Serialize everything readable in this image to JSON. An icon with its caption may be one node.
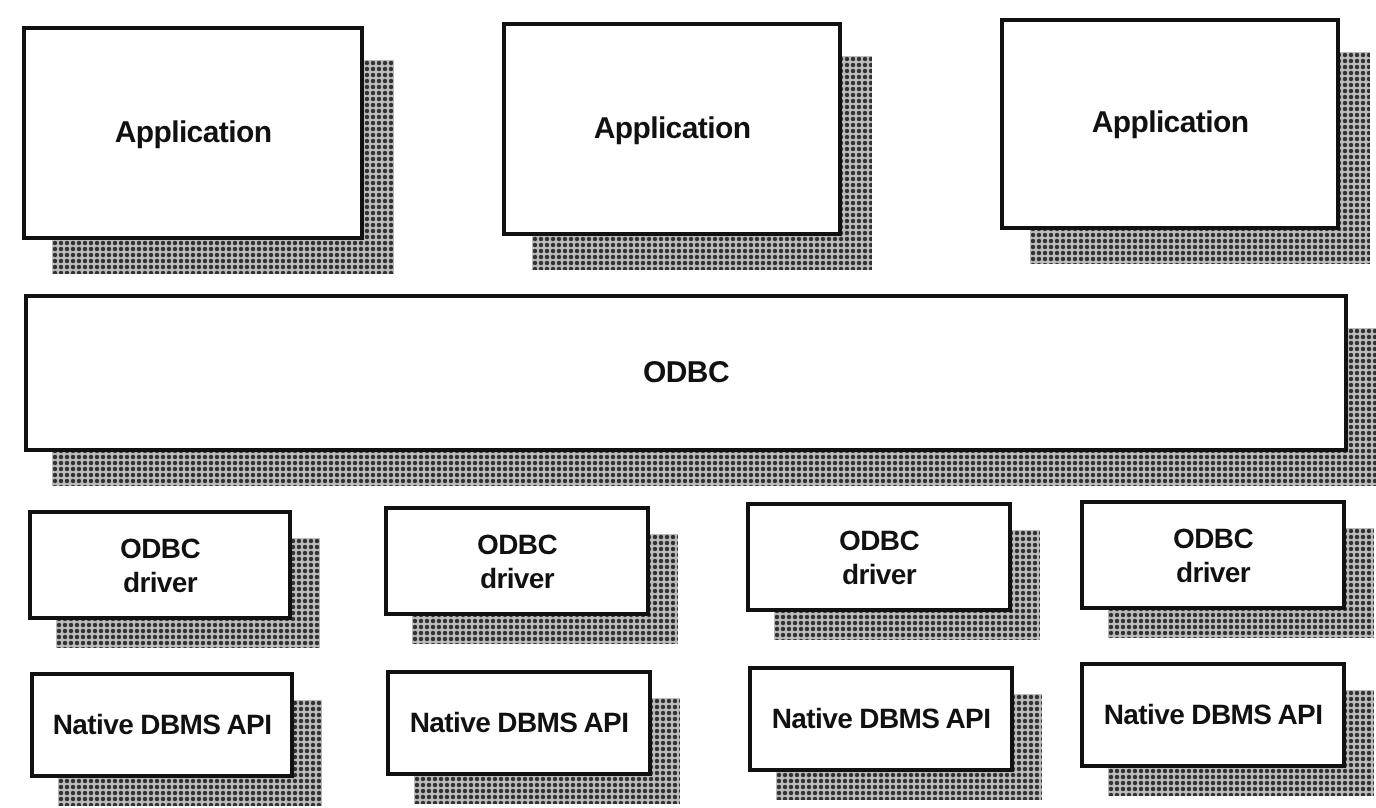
{
  "diagram": {
    "nodes": [
      {
        "text": [
          "Application"
        ]
      },
      {
        "text": [
          "Application"
        ]
      },
      {
        "text": [
          "Application"
        ]
      },
      {
        "text": [
          "ODBC"
        ]
      },
      {
        "text": [
          "ODBC driver"
        ]
      },
      {
        "text": [
          "ODBC driver"
        ]
      },
      {
        "text": [
          "ODBC driver"
        ]
      },
      {
        "text": [
          "ODBC driver"
        ]
      },
      {
        "text": [
          "Native DBMS API"
        ]
      },
      {
        "text": [
          "Native DBMS API"
        ]
      },
      {
        "text": [
          "Native DBMS API"
        ]
      },
      {
        "text": [
          "Native DBMS API"
        ]
      }
    ]
  }
}
